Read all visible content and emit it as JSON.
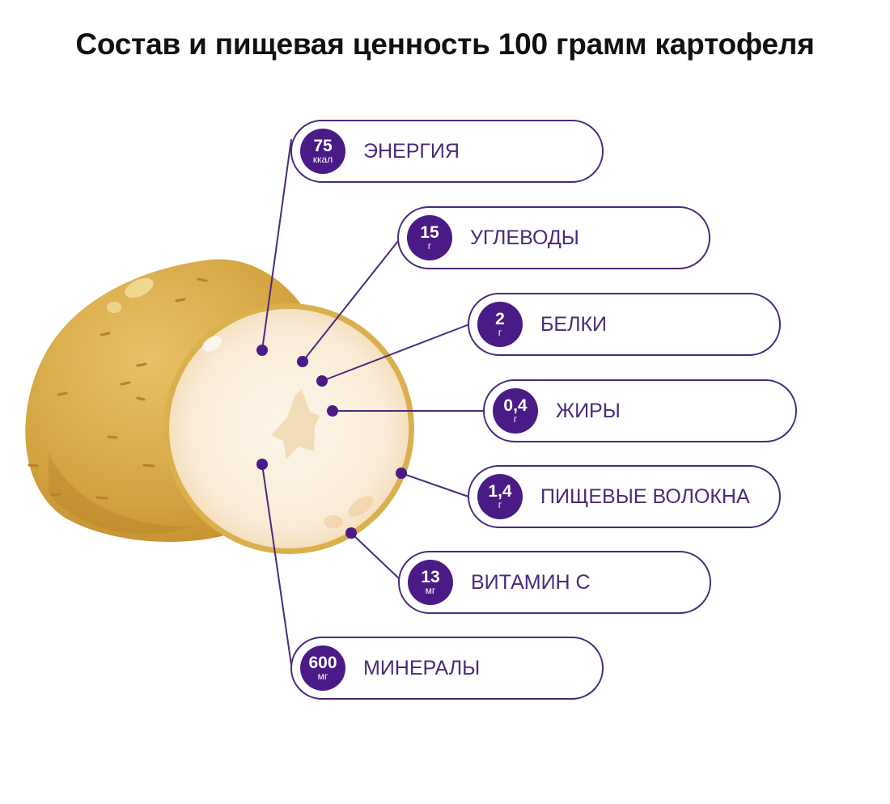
{
  "title": "Состав и пищевая ценность 100 грамм картофеля",
  "colors": {
    "accent": "#4a1b86",
    "outline": "#4a2a7a",
    "potato_skin": "#d4a440",
    "potato_flesh": "#fbeedc"
  },
  "nutrients": [
    {
      "value": "75",
      "unit": "ккал",
      "label": "ЭНЕРГИЯ"
    },
    {
      "value": "15",
      "unit": "г",
      "label": "УГЛЕВОДЫ"
    },
    {
      "value": "2",
      "unit": "г",
      "label": "БЕЛКИ"
    },
    {
      "value": "0,4",
      "unit": "г",
      "label": "ЖИРЫ"
    },
    {
      "value": "1,4",
      "unit": "г",
      "label": "ПИЩЕВЫЕ ВОЛОКНА"
    },
    {
      "value": "13",
      "unit": "мг",
      "label": "ВИТАМИН С"
    },
    {
      "value": "600",
      "unit": "мг",
      "label": "МИНЕРАЛЫ"
    }
  ]
}
